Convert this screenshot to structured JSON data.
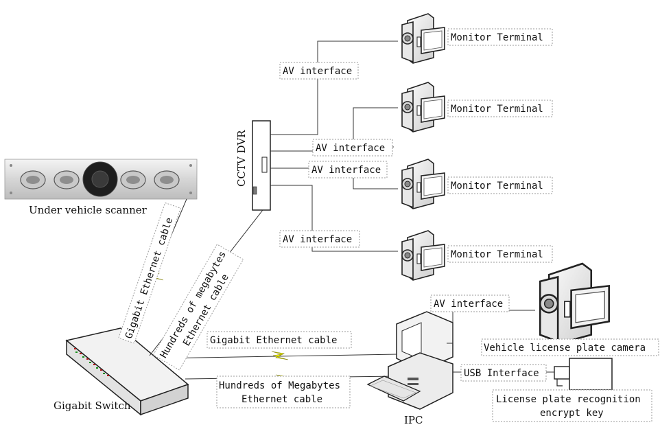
{
  "devices": {
    "under_vehicle_scanner": "Under vehicle scanner",
    "gigabit_switch": "Gigabit Switch",
    "cctv_dvr": "CCTV DVR",
    "ipc": "IPC",
    "vehicle_license_plate_camera": "Vehicle license plate camera",
    "license_plate_key_line1": "License plate recognition",
    "license_plate_key_line2": "encrypt key",
    "monitor_terminal": "Monitor Terminal"
  },
  "links": {
    "av_interface": "AV interface",
    "usb_interface": "USB Interface",
    "scanner_cable": "Gigabit Ethernet cable",
    "dvr_cable_line1": "Hundreds of megabytes",
    "dvr_cable_line2": "Ethernet cable",
    "ipc_gigabit_cable": "Gigabit Ethernet cable",
    "ipc_hundreds_line1": "Hundreds of Megabytes",
    "ipc_hundreds_line2": "Ethernet cable"
  }
}
